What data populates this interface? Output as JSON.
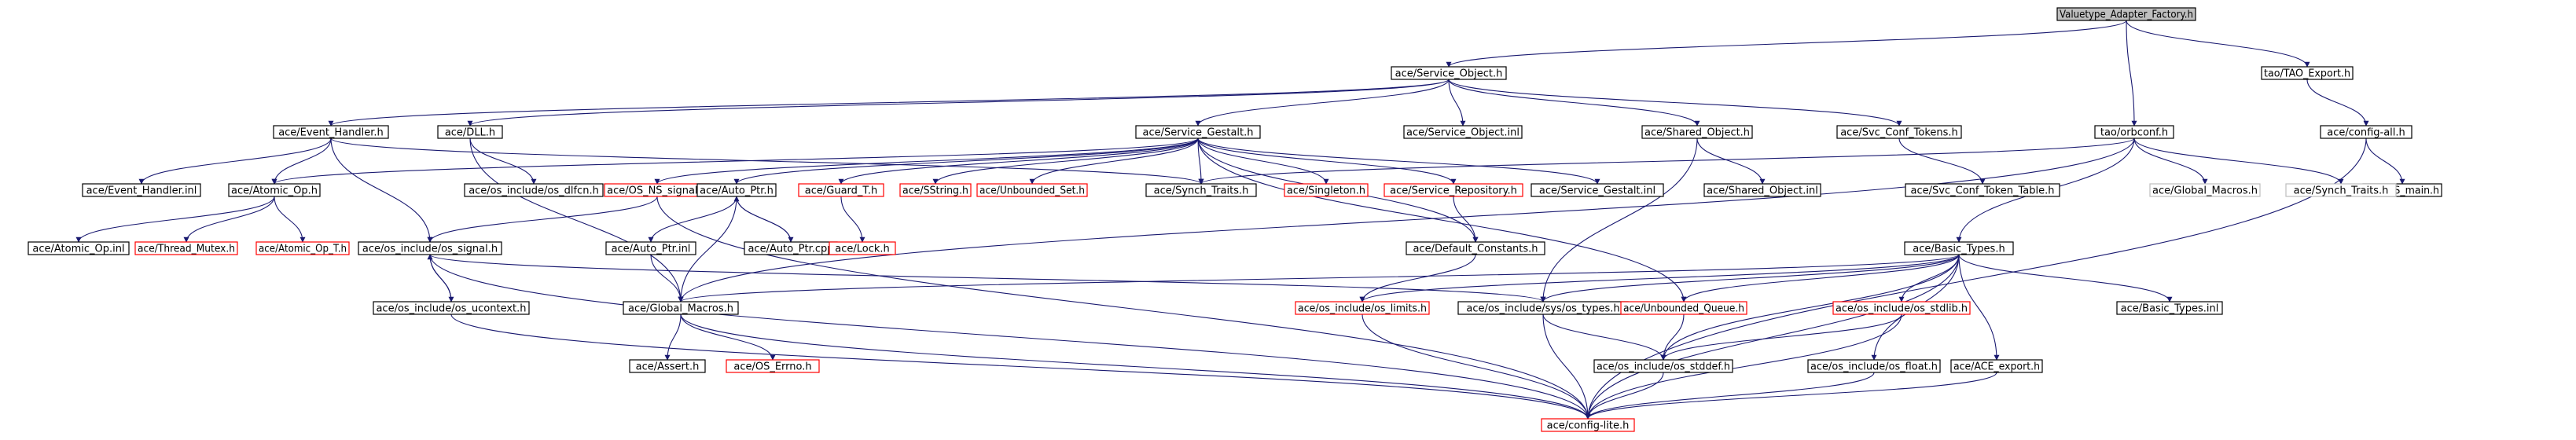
{
  "nodes": [
    {
      "id": "vaf",
      "label": "Valuetype_Adapter_Factory.h",
      "kind": "root"
    },
    {
      "id": "serviceobject",
      "label": "ace/Service_Object.h",
      "kind": "normal"
    },
    {
      "id": "taoexport",
      "label": "tao/TAO_Export.h",
      "kind": "normal"
    },
    {
      "id": "orbconf",
      "label": "tao/orbconf.h",
      "kind": "normal"
    },
    {
      "id": "configall",
      "label": "ace/config-all.h",
      "kind": "normal"
    },
    {
      "id": "osmain",
      "label": "ace/OS_main.h",
      "kind": "normal"
    },
    {
      "id": "eventhandler",
      "label": "ace/Event_Handler.h",
      "kind": "normal"
    },
    {
      "id": "dll",
      "label": "ace/DLL.h",
      "kind": "normal"
    },
    {
      "id": "servicegestalt",
      "label": "ace/Service_Gestalt.h",
      "kind": "normal"
    },
    {
      "id": "serviceobjectinl",
      "label": "ace/Service_Object.inl",
      "kind": "normal"
    },
    {
      "id": "sharedobject",
      "label": "ace/Shared_Object.h",
      "kind": "normal"
    },
    {
      "id": "svcconftokens",
      "label": "ace/Svc_Conf_Tokens.h",
      "kind": "normal"
    },
    {
      "id": "eventhandlerinl",
      "label": "ace/Event_Handler.inl",
      "kind": "normal"
    },
    {
      "id": "atomicop",
      "label": "ace/Atomic_Op.h",
      "kind": "normal"
    },
    {
      "id": "osdlfcn",
      "label": "ace/os_include/os_dlfcn.h",
      "kind": "normal"
    },
    {
      "id": "osnssignal",
      "label": "ace/OS_NS_signal.h",
      "kind": "red"
    },
    {
      "id": "autoptr",
      "label": "ace/Auto_Ptr.h",
      "kind": "normal"
    },
    {
      "id": "guardt",
      "label": "ace/Guard_T.h",
      "kind": "red"
    },
    {
      "id": "sstring",
      "label": "ace/SString.h",
      "kind": "red"
    },
    {
      "id": "unboundedset",
      "label": "ace/Unbounded_Set.h",
      "kind": "red"
    },
    {
      "id": "synchtraits",
      "label": "ace/Synch_Traits.h",
      "kind": "normal"
    },
    {
      "id": "singleton",
      "label": "ace/Singleton.h",
      "kind": "red"
    },
    {
      "id": "servicerepository",
      "label": "ace/Service_Repository.h",
      "kind": "red"
    },
    {
      "id": "servicegestaltinl",
      "label": "ace/Service_Gestalt.inl",
      "kind": "normal"
    },
    {
      "id": "sharedobjectinl",
      "label": "ace/Shared_Object.inl",
      "kind": "normal"
    },
    {
      "id": "svcconftokentable",
      "label": "ace/Svc_Conf_Token_Table.h",
      "kind": "normal"
    },
    {
      "id": "globalmacros2",
      "label": "ace/Global_Macros.h",
      "kind": "gray"
    },
    {
      "id": "synchtraits2",
      "label": "ace/Synch_Traits.h",
      "kind": "gray"
    },
    {
      "id": "atomicopinl",
      "label": "ace/Atomic_Op.inl",
      "kind": "normal"
    },
    {
      "id": "threadmutex",
      "label": "ace/Thread_Mutex.h",
      "kind": "red"
    },
    {
      "id": "atomicopt",
      "label": "ace/Atomic_Op_T.h",
      "kind": "red"
    },
    {
      "id": "ossignal",
      "label": "ace/os_include/os_signal.h",
      "kind": "normal"
    },
    {
      "id": "autoptrinl",
      "label": "ace/Auto_Ptr.inl",
      "kind": "normal"
    },
    {
      "id": "autoptrcpp",
      "label": "ace/Auto_Ptr.cpp",
      "kind": "normal"
    },
    {
      "id": "lock",
      "label": "ace/Lock.h",
      "kind": "red"
    },
    {
      "id": "defaultconstants",
      "label": "ace/Default_Constants.h",
      "kind": "normal"
    },
    {
      "id": "basictypes",
      "label": "ace/Basic_Types.h",
      "kind": "normal"
    },
    {
      "id": "osucontext",
      "label": "ace/os_include/os_ucontext.h",
      "kind": "normal"
    },
    {
      "id": "globalmacros",
      "label": "ace/Global_Macros.h",
      "kind": "normal"
    },
    {
      "id": "oslimits",
      "label": "ace/os_include/os_limits.h",
      "kind": "red"
    },
    {
      "id": "ostypes",
      "label": "ace/os_include/sys/os_types.h",
      "kind": "normal"
    },
    {
      "id": "unboundedqueue",
      "label": "ace/Unbounded_Queue.h",
      "kind": "red"
    },
    {
      "id": "osstdlib",
      "label": "ace/os_include/os_stdlib.h",
      "kind": "red"
    },
    {
      "id": "basictypesinl",
      "label": "ace/Basic_Types.inl",
      "kind": "normal"
    },
    {
      "id": "assert",
      "label": "ace/Assert.h",
      "kind": "normal"
    },
    {
      "id": "oserrno",
      "label": "ace/OS_Errno.h",
      "kind": "red"
    },
    {
      "id": "osstddef",
      "label": "ace/os_include/os_stddef.h",
      "kind": "normal"
    },
    {
      "id": "osfloat",
      "label": "ace/os_include/os_float.h",
      "kind": "normal"
    },
    {
      "id": "aceexport",
      "label": "ace/ACE_export.h",
      "kind": "normal"
    },
    {
      "id": "configlite",
      "label": "ace/config-lite.h",
      "kind": "red"
    }
  ],
  "edges": [
    [
      "vaf",
      "serviceobject"
    ],
    [
      "vaf",
      "taoexport"
    ],
    [
      "vaf",
      "orbconf"
    ],
    [
      "taoexport",
      "configall"
    ],
    [
      "configall",
      "osmain"
    ],
    [
      "configall",
      "configlite"
    ],
    [
      "serviceobject",
      "eventhandler"
    ],
    [
      "serviceobject",
      "dll"
    ],
    [
      "serviceobject",
      "servicegestalt"
    ],
    [
      "serviceobject",
      "serviceobjectinl"
    ],
    [
      "serviceobject",
      "sharedobject"
    ],
    [
      "serviceobject",
      "svcconftokens"
    ],
    [
      "eventhandler",
      "eventhandlerinl"
    ],
    [
      "eventhandler",
      "atomicop"
    ],
    [
      "eventhandler",
      "ossignal"
    ],
    [
      "eventhandler",
      "synchtraits"
    ],
    [
      "dll",
      "osdlfcn"
    ],
    [
      "dll",
      "globalmacros"
    ],
    [
      "servicegestalt",
      "atomicop"
    ],
    [
      "servicegestalt",
      "osnssignal"
    ],
    [
      "servicegestalt",
      "autoptr"
    ],
    [
      "servicegestalt",
      "guardt"
    ],
    [
      "servicegestalt",
      "sstring"
    ],
    [
      "servicegestalt",
      "unboundedset"
    ],
    [
      "servicegestalt",
      "synchtraits"
    ],
    [
      "servicegestalt",
      "singleton"
    ],
    [
      "servicegestalt",
      "servicerepository"
    ],
    [
      "servicegestalt",
      "servicegestaltinl"
    ],
    [
      "servicegestalt",
      "defaultconstants"
    ],
    [
      "servicegestalt",
      "unboundedqueue"
    ],
    [
      "sharedobject",
      "sharedobjectinl"
    ],
    [
      "sharedobject",
      "ostypes"
    ],
    [
      "svcconftokens",
      "svcconftokentable"
    ],
    [
      "orbconf",
      "globalmacros2"
    ],
    [
      "orbconf",
      "synchtraits2"
    ],
    [
      "orbconf",
      "basictypes"
    ],
    [
      "orbconf",
      "synchtraits"
    ],
    [
      "orbconf",
      "globalmacros"
    ],
    [
      "atomicop",
      "atomicopinl"
    ],
    [
      "atomicop",
      "threadmutex"
    ],
    [
      "atomicop",
      "atomicopt"
    ],
    [
      "osnssignal",
      "ossignal"
    ],
    [
      "osnssignal",
      "configlite"
    ],
    [
      "autoptr",
      "autoptrinl"
    ],
    [
      "autoptr",
      "autoptrcpp"
    ],
    [
      "autoptr",
      "globalmacros"
    ],
    [
      "autoptrcpp",
      "autoptr"
    ],
    [
      "autoptrinl",
      "globalmacros"
    ],
    [
      "guardt",
      "lock"
    ],
    [
      "servicerepository",
      "defaultconstants"
    ],
    [
      "defaultconstants",
      "oslimits"
    ],
    [
      "ossignal",
      "osucontext"
    ],
    [
      "ossignal",
      "ostypes"
    ],
    [
      "ossignal",
      "configlite"
    ],
    [
      "osucontext",
      "ossignal"
    ],
    [
      "osucontext",
      "configlite"
    ],
    [
      "basictypes",
      "globalmacros"
    ],
    [
      "basictypes",
      "oslimits"
    ],
    [
      "basictypes",
      "ostypes"
    ],
    [
      "basictypes",
      "unboundedqueue"
    ],
    [
      "basictypes",
      "osstdlib"
    ],
    [
      "basictypes",
      "osstddef"
    ],
    [
      "basictypes",
      "basictypesinl"
    ],
    [
      "basictypes",
      "osfloat"
    ],
    [
      "basictypes",
      "aceexport"
    ],
    [
      "basictypes",
      "configlite"
    ],
    [
      "globalmacros",
      "assert"
    ],
    [
      "globalmacros",
      "oserrno"
    ],
    [
      "globalmacros",
      "configlite"
    ],
    [
      "oslimits",
      "configlite"
    ],
    [
      "ostypes",
      "osstddef"
    ],
    [
      "ostypes",
      "configlite"
    ],
    [
      "unboundedqueue",
      "osstddef"
    ],
    [
      "osstdlib",
      "osstddef"
    ],
    [
      "osstdlib",
      "configlite"
    ],
    [
      "osstddef",
      "configlite"
    ],
    [
      "osfloat",
      "configlite"
    ],
    [
      "aceexport",
      "configlite"
    ]
  ]
}
